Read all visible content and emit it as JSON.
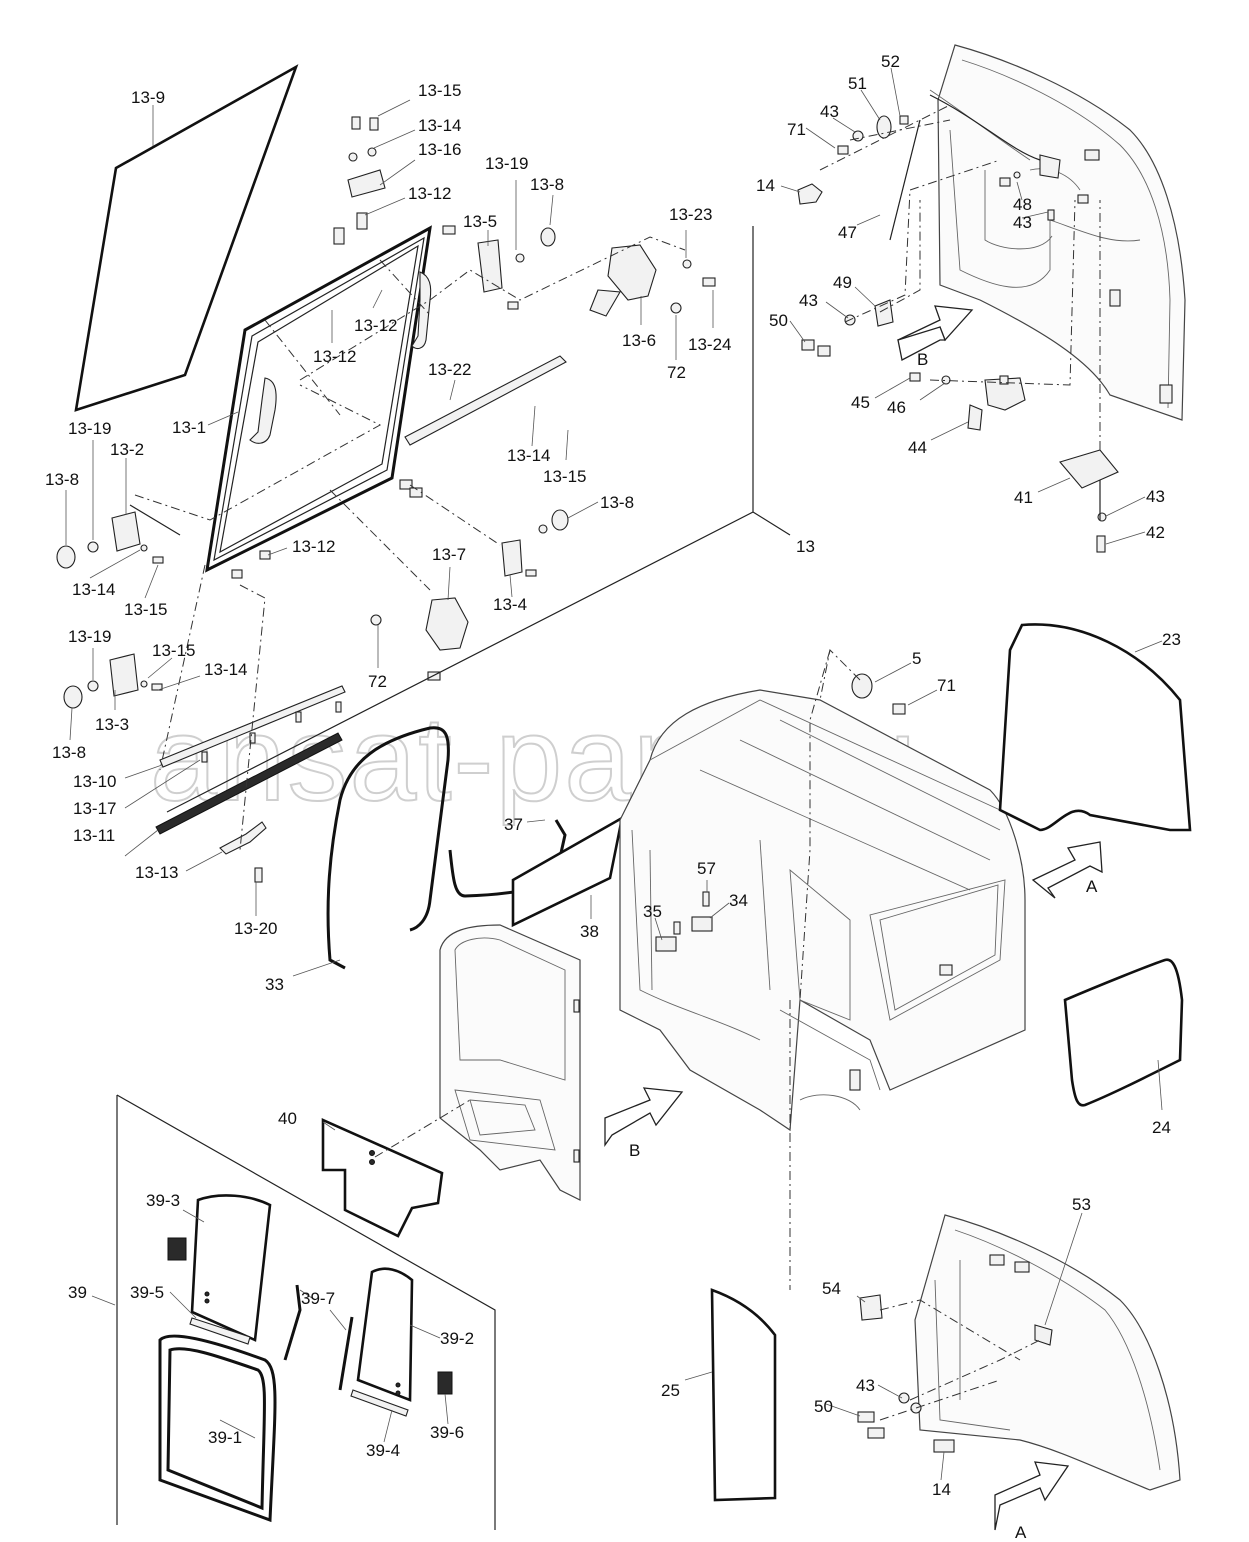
{
  "watermark": "ansat-parts.ru",
  "callouts": {
    "c13_9": "13-9",
    "c13_15a": "13-15",
    "c13_14a": "13-14",
    "c13_16": "13-16",
    "c13_12a": "13-12",
    "c13_19a": "13-19",
    "c13_8a": "13-8",
    "c13_5": "13-5",
    "c13_23": "13-23",
    "c13_12b": "13-12",
    "c13_12c": "13-12",
    "c13_6": "13-6",
    "c13_24": "13-24",
    "c72a": "72",
    "c13_22": "13-22",
    "c13_1": "13-1",
    "c13_19b": "13-19",
    "c13_2": "13-2",
    "c13_8b": "13-8",
    "c13_14b": "13-14",
    "c13_15b": "13-15",
    "c13_14c": "13-14",
    "c13_15c": "13-15",
    "c13_8c": "13-8",
    "c13_12d": "13-12",
    "c13_7": "13-7",
    "c13_4": "13-4",
    "c13": "13",
    "c13_19c": "13-19",
    "c13_15d": "13-15",
    "c13_14d": "13-14",
    "c13_3": "13-3",
    "c72b": "72",
    "c13_8d": "13-8",
    "c13_10": "13-10",
    "c13_17": "13-17",
    "c13_11": "13-11",
    "c13_13": "13-13",
    "c13_20": "13-20",
    "c33": "33",
    "c37": "37",
    "c38": "38",
    "c52": "52",
    "c51": "51",
    "c43a": "43",
    "c71a": "71",
    "c14a": "14",
    "c47": "47",
    "c48": "48",
    "c43b": "43",
    "c49": "49",
    "c43c": "43",
    "c50a": "50",
    "c45": "45",
    "c46": "46",
    "c44": "44",
    "c41": "41",
    "c43d": "43",
    "c42": "42",
    "c5": "5",
    "c71b": "71",
    "c23": "23",
    "c57": "57",
    "c34": "34",
    "c35": "35",
    "c24": "24",
    "c40": "40",
    "c39_3": "39-3",
    "c39": "39",
    "c39_5": "39-5",
    "c39_7": "39-7",
    "c39_2": "39-2",
    "c39_1": "39-1",
    "c39_4": "39-4",
    "c39_6": "39-6",
    "c53": "53",
    "c54": "54",
    "c25": "25",
    "c43e": "43",
    "c50b": "50",
    "c14b": "14"
  },
  "view_letters": {
    "b1": "B",
    "b2": "B",
    "a1": "A",
    "a2": "A"
  }
}
